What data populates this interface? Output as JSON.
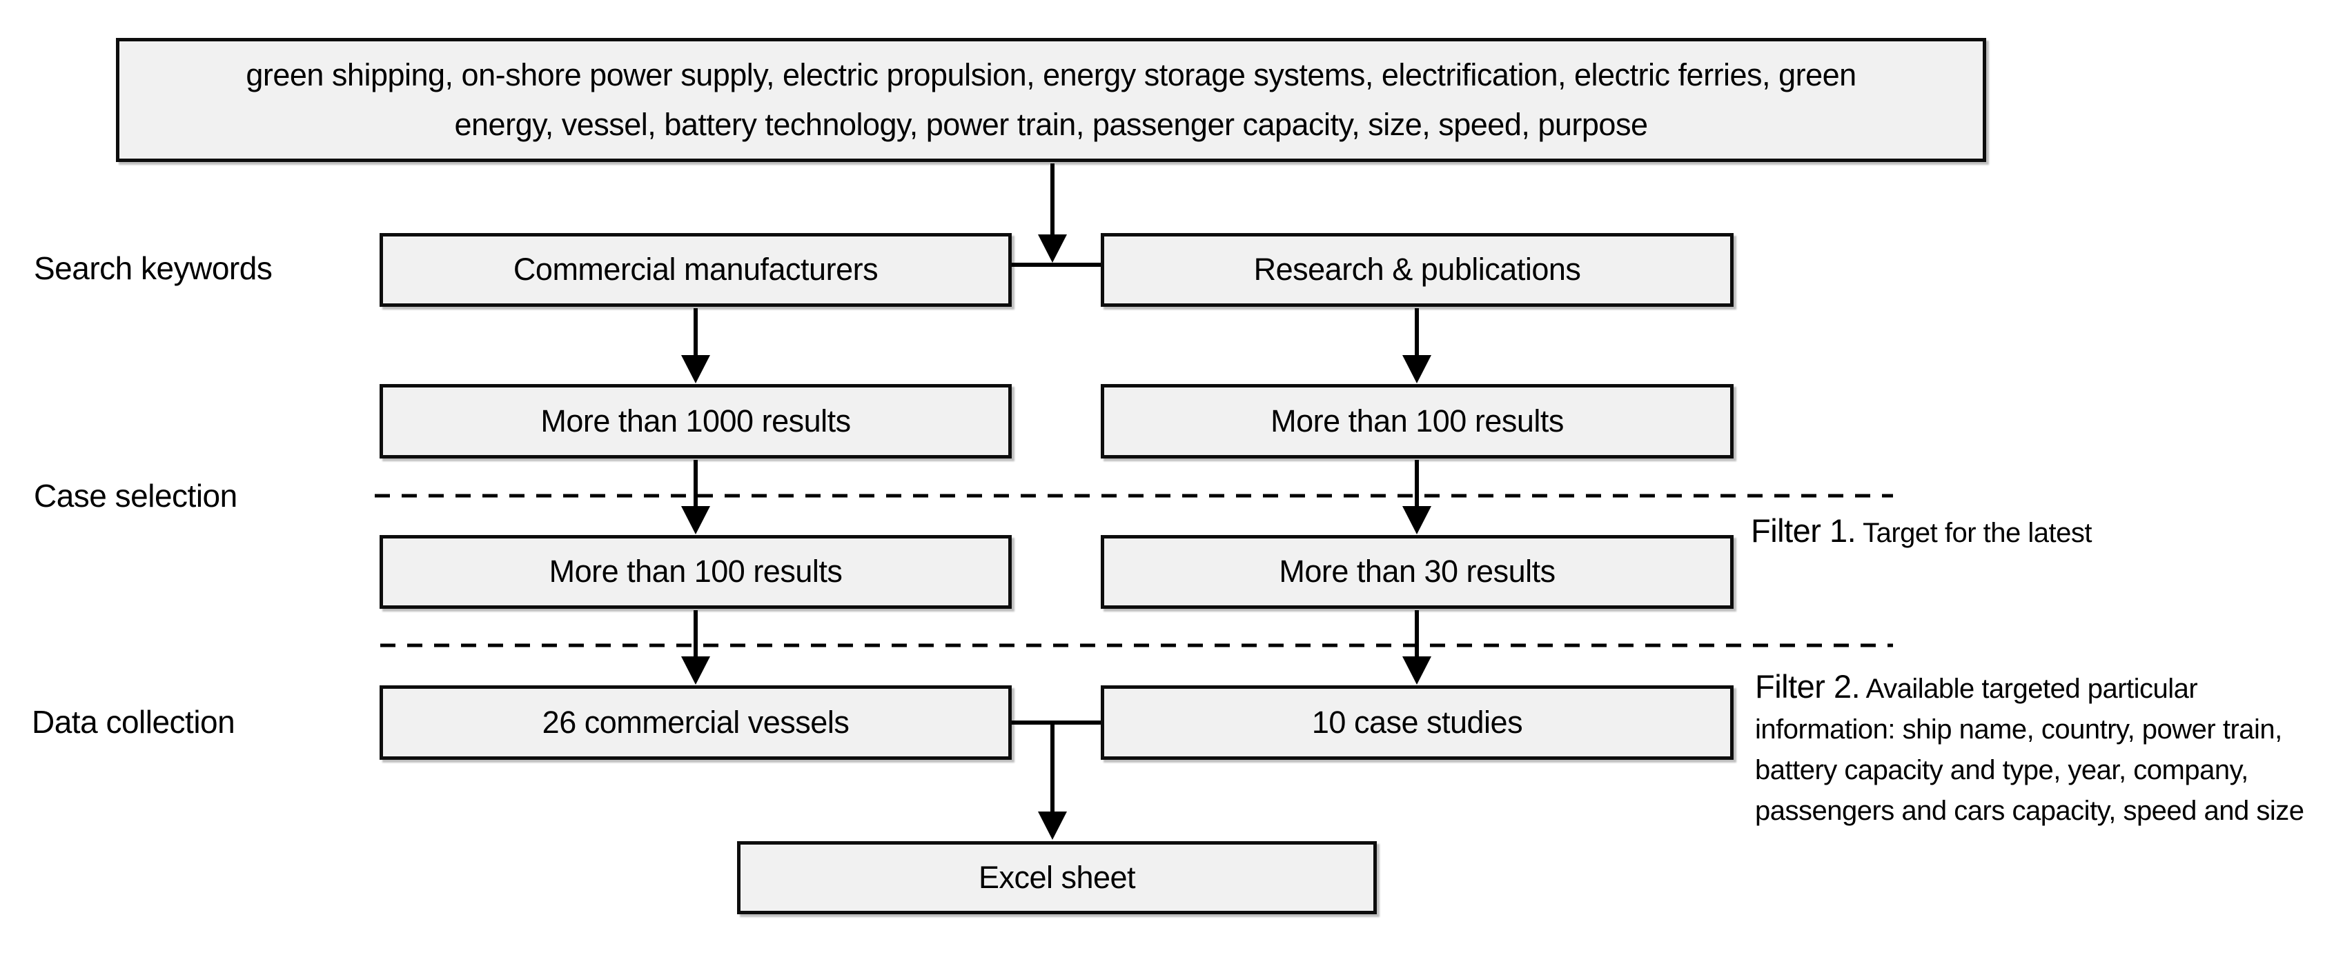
{
  "figure": {
    "keywords_box": "green shipping, on-shore power supply, electric propulsion, energy storage systems, electrification, electric ferries, green energy, vessel, battery technology, power train, passenger capacity, size, speed, purpose",
    "stage_labels": {
      "search": "Search keywords",
      "case": "Case selection",
      "data": "Data collection"
    },
    "left_column": {
      "row1": "Commercial manufacturers",
      "row2": "More than 1000 results",
      "row3": "More than 100 results",
      "row4": "26 commercial vessels"
    },
    "right_column": {
      "row1": "Research & publications",
      "row2": "More than 100 results",
      "row3": "More than 30 results",
      "row4": "10 case studies"
    },
    "output_box": "Excel sheet",
    "filters": {
      "filter1": {
        "title": "Filter 1.",
        "text": " Target for the latest"
      },
      "filter2": {
        "title": "Filter 2.",
        "text": " Available targeted particular information: ship name, country, power train, battery capacity and type, year, company, passengers and cars capacity, speed and size"
      }
    },
    "colors": {
      "background": "#ffffff",
      "box_fill": "#f1f1f1",
      "box_border": "#0d0d0d",
      "line": "#000000",
      "text": "#000000"
    }
  }
}
